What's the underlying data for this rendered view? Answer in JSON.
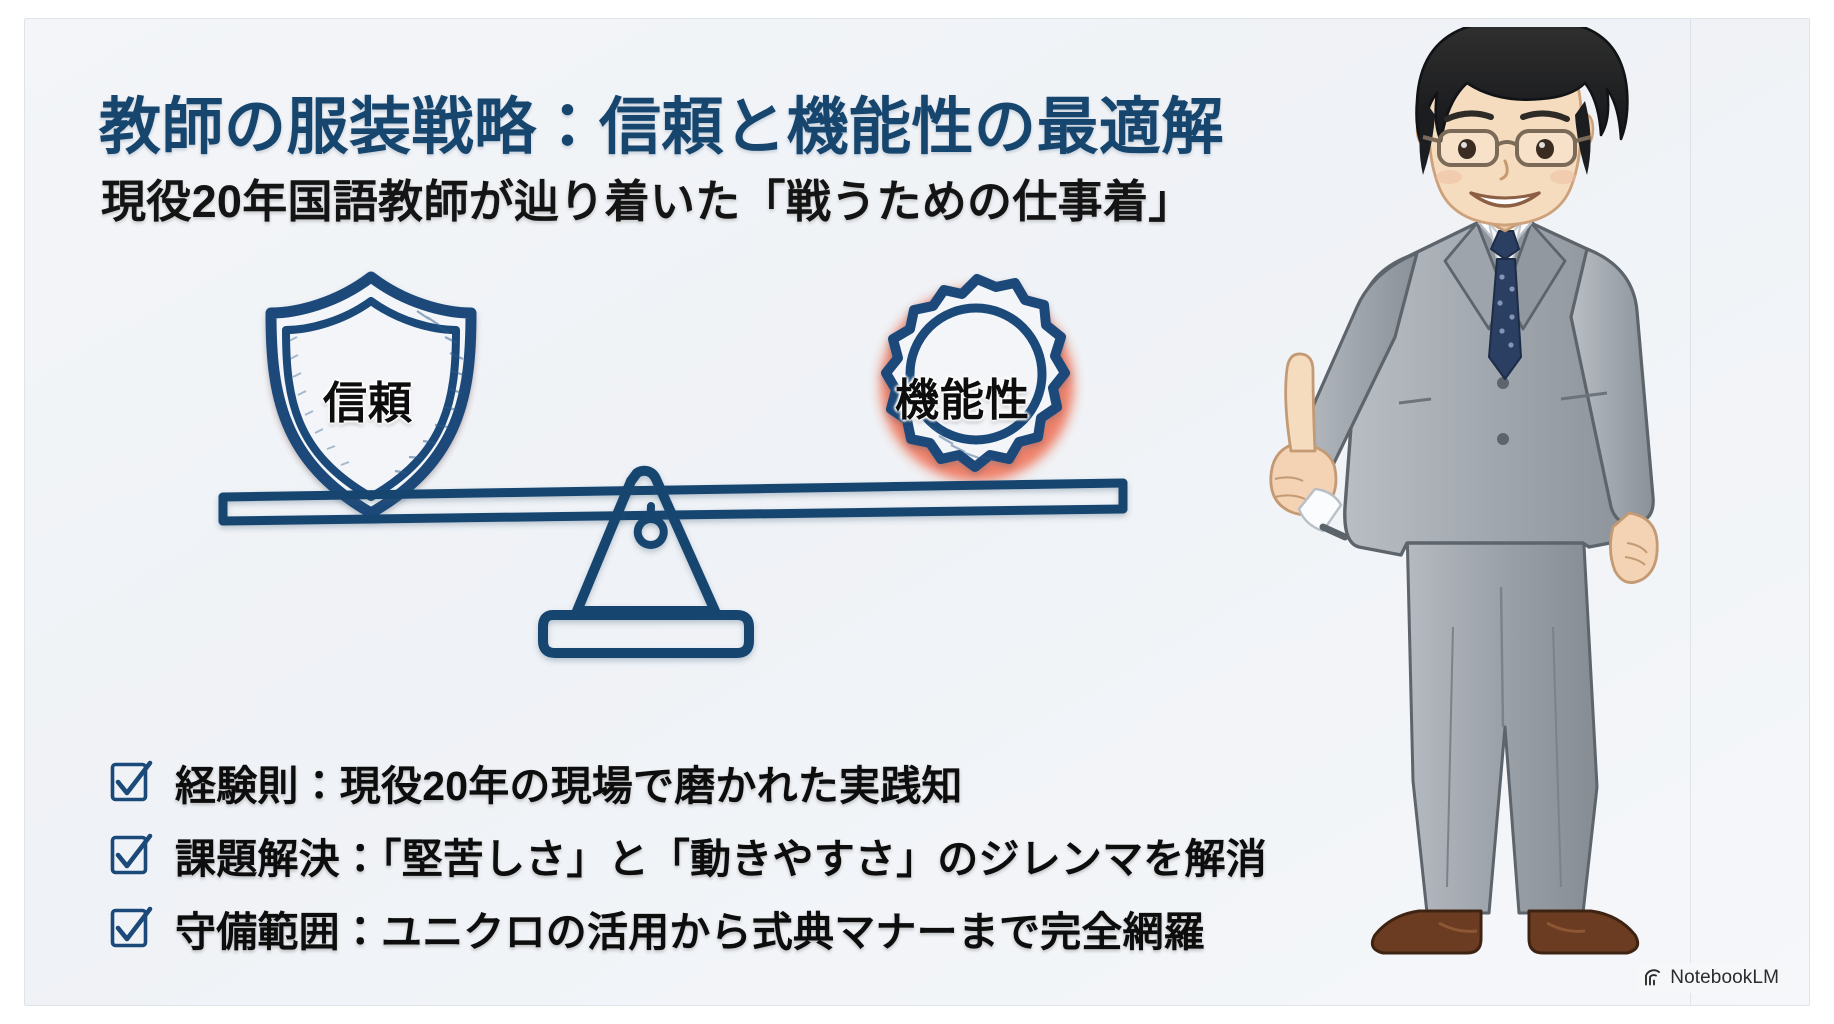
{
  "slide": {
    "title": "教師の服装戦略：信頼と機能性の最適解",
    "subtitle": "現役20年国語教師が辿り着いた「戦うための仕事着」"
  },
  "balance": {
    "left_item": {
      "icon": "shield-icon",
      "label": "信頼"
    },
    "right_item": {
      "icon": "gear-icon",
      "label": "機能性"
    },
    "fulcrum": "seesaw-fulcrum"
  },
  "checklist": [
    {
      "icon": "checkbox-checked-icon",
      "text": "経験則：現役20年の現場で磨かれた実践知"
    },
    {
      "icon": "checkbox-checked-icon",
      "text": "課題解決：「堅苦しさ」と「動きやすさ」のジレンマを解消"
    },
    {
      "icon": "checkbox-checked-icon",
      "text": "守備範囲：ユニクロの活用から式典マナーまで完全網羅"
    }
  ],
  "character": {
    "description": "teacher-illustration",
    "pose": "pointing-up"
  },
  "watermark": {
    "icon": "notebooklm-logo-icon",
    "text": "NotebookLM"
  },
  "colors": {
    "navy": "#16456e",
    "deep_navy": "#1b4a7a",
    "coral": "#e8573f",
    "ink": "#0d0d0d",
    "canvas": "#f1f4f8",
    "suit_gray": "#9aa0a6",
    "shoe_brown": "#6b3c22"
  }
}
